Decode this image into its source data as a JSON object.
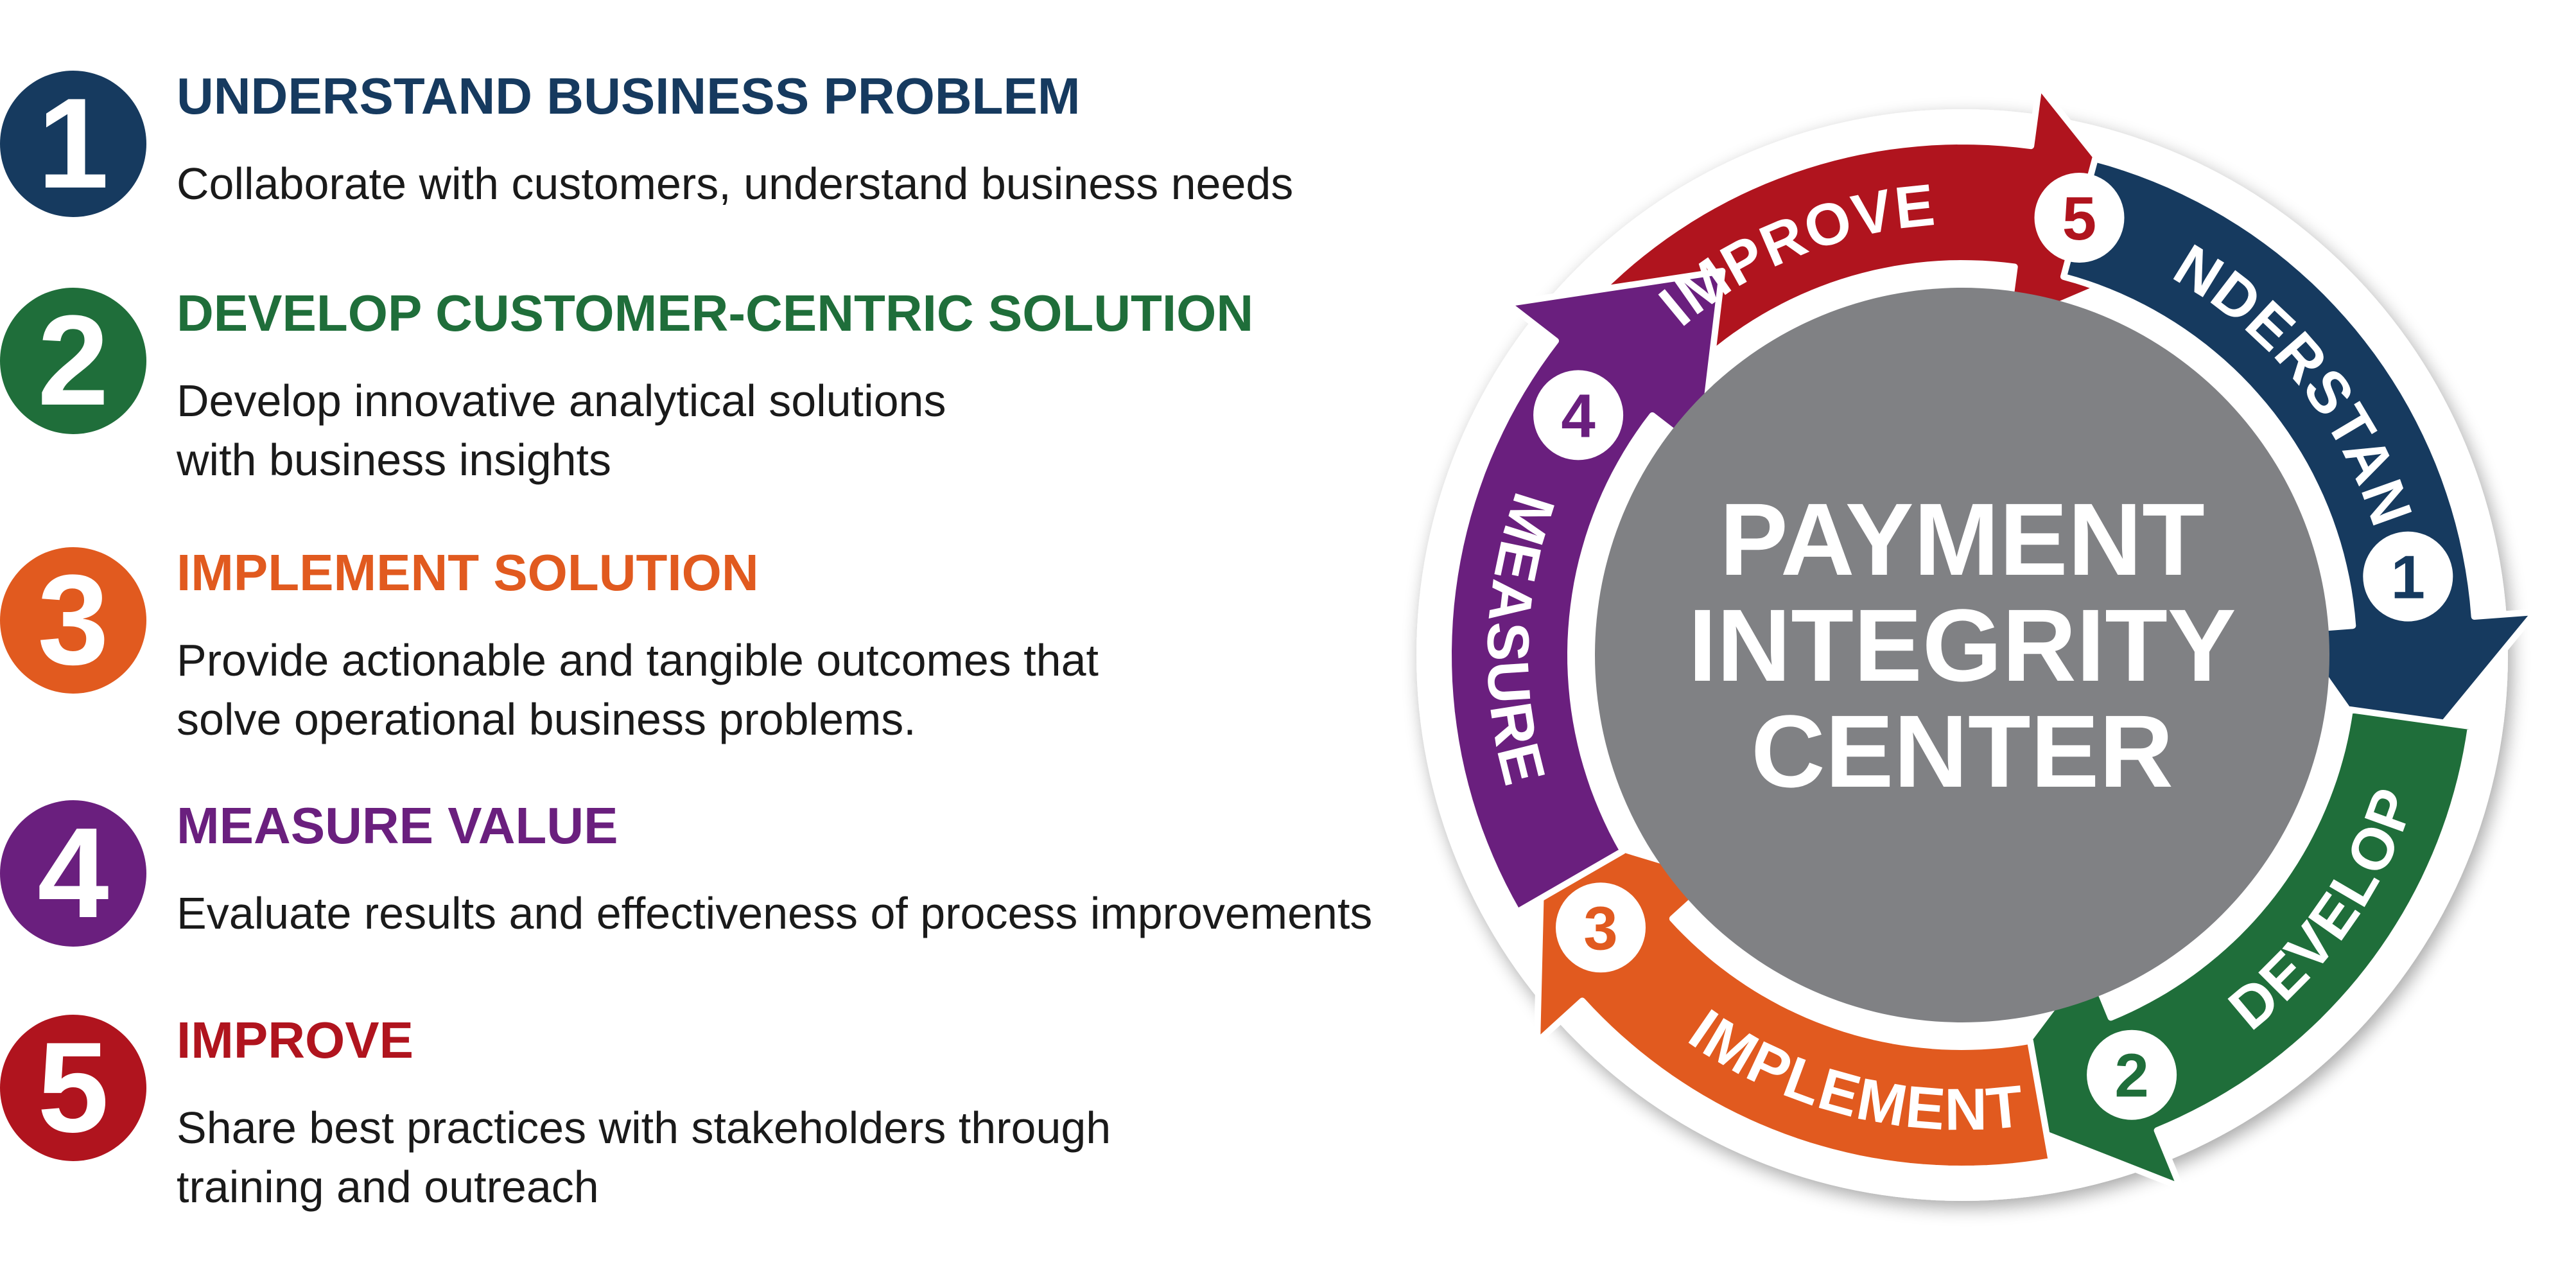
{
  "colors": {
    "navy": "#163A5F",
    "green": "#1F6E3A",
    "orange": "#E15A1F",
    "purple": "#6A1F7E",
    "red": "#B0141E",
    "center_gray": "#808184"
  },
  "steps": [
    {
      "number": "1",
      "title": "UNDERSTAND BUSINESS PROBLEM",
      "desc": [
        "Collaborate with customers, understand business needs"
      ]
    },
    {
      "number": "2",
      "title": "DEVELOP CUSTOMER-CENTRIC SOLUTION",
      "desc": [
        "Develop innovative analytical solutions",
        "with business insights"
      ]
    },
    {
      "number": "3",
      "title": "IMPLEMENT SOLUTION",
      "desc": [
        "Provide actionable and tangible outcomes that",
        "solve operational business problems."
      ]
    },
    {
      "number": "4",
      "title": "MEASURE VALUE",
      "desc": [
        "Evaluate results and effectiveness of process improvements"
      ]
    },
    {
      "number": "5",
      "title": "IMPROVE",
      "desc": [
        "Share best practices with stakeholders through",
        "training and outreach"
      ]
    }
  ],
  "cycle": {
    "center": [
      "PAYMENT",
      "INTEGRITY",
      "CENTER"
    ],
    "segments": [
      {
        "label": "UNDERSTAND",
        "number": "1"
      },
      {
        "label": "DEVELOP",
        "number": "2"
      },
      {
        "label": "IMPLEMENT",
        "number": "3"
      },
      {
        "label": "MEASURE",
        "number": "4"
      },
      {
        "label": "IMPROVE",
        "number": "5"
      }
    ]
  }
}
